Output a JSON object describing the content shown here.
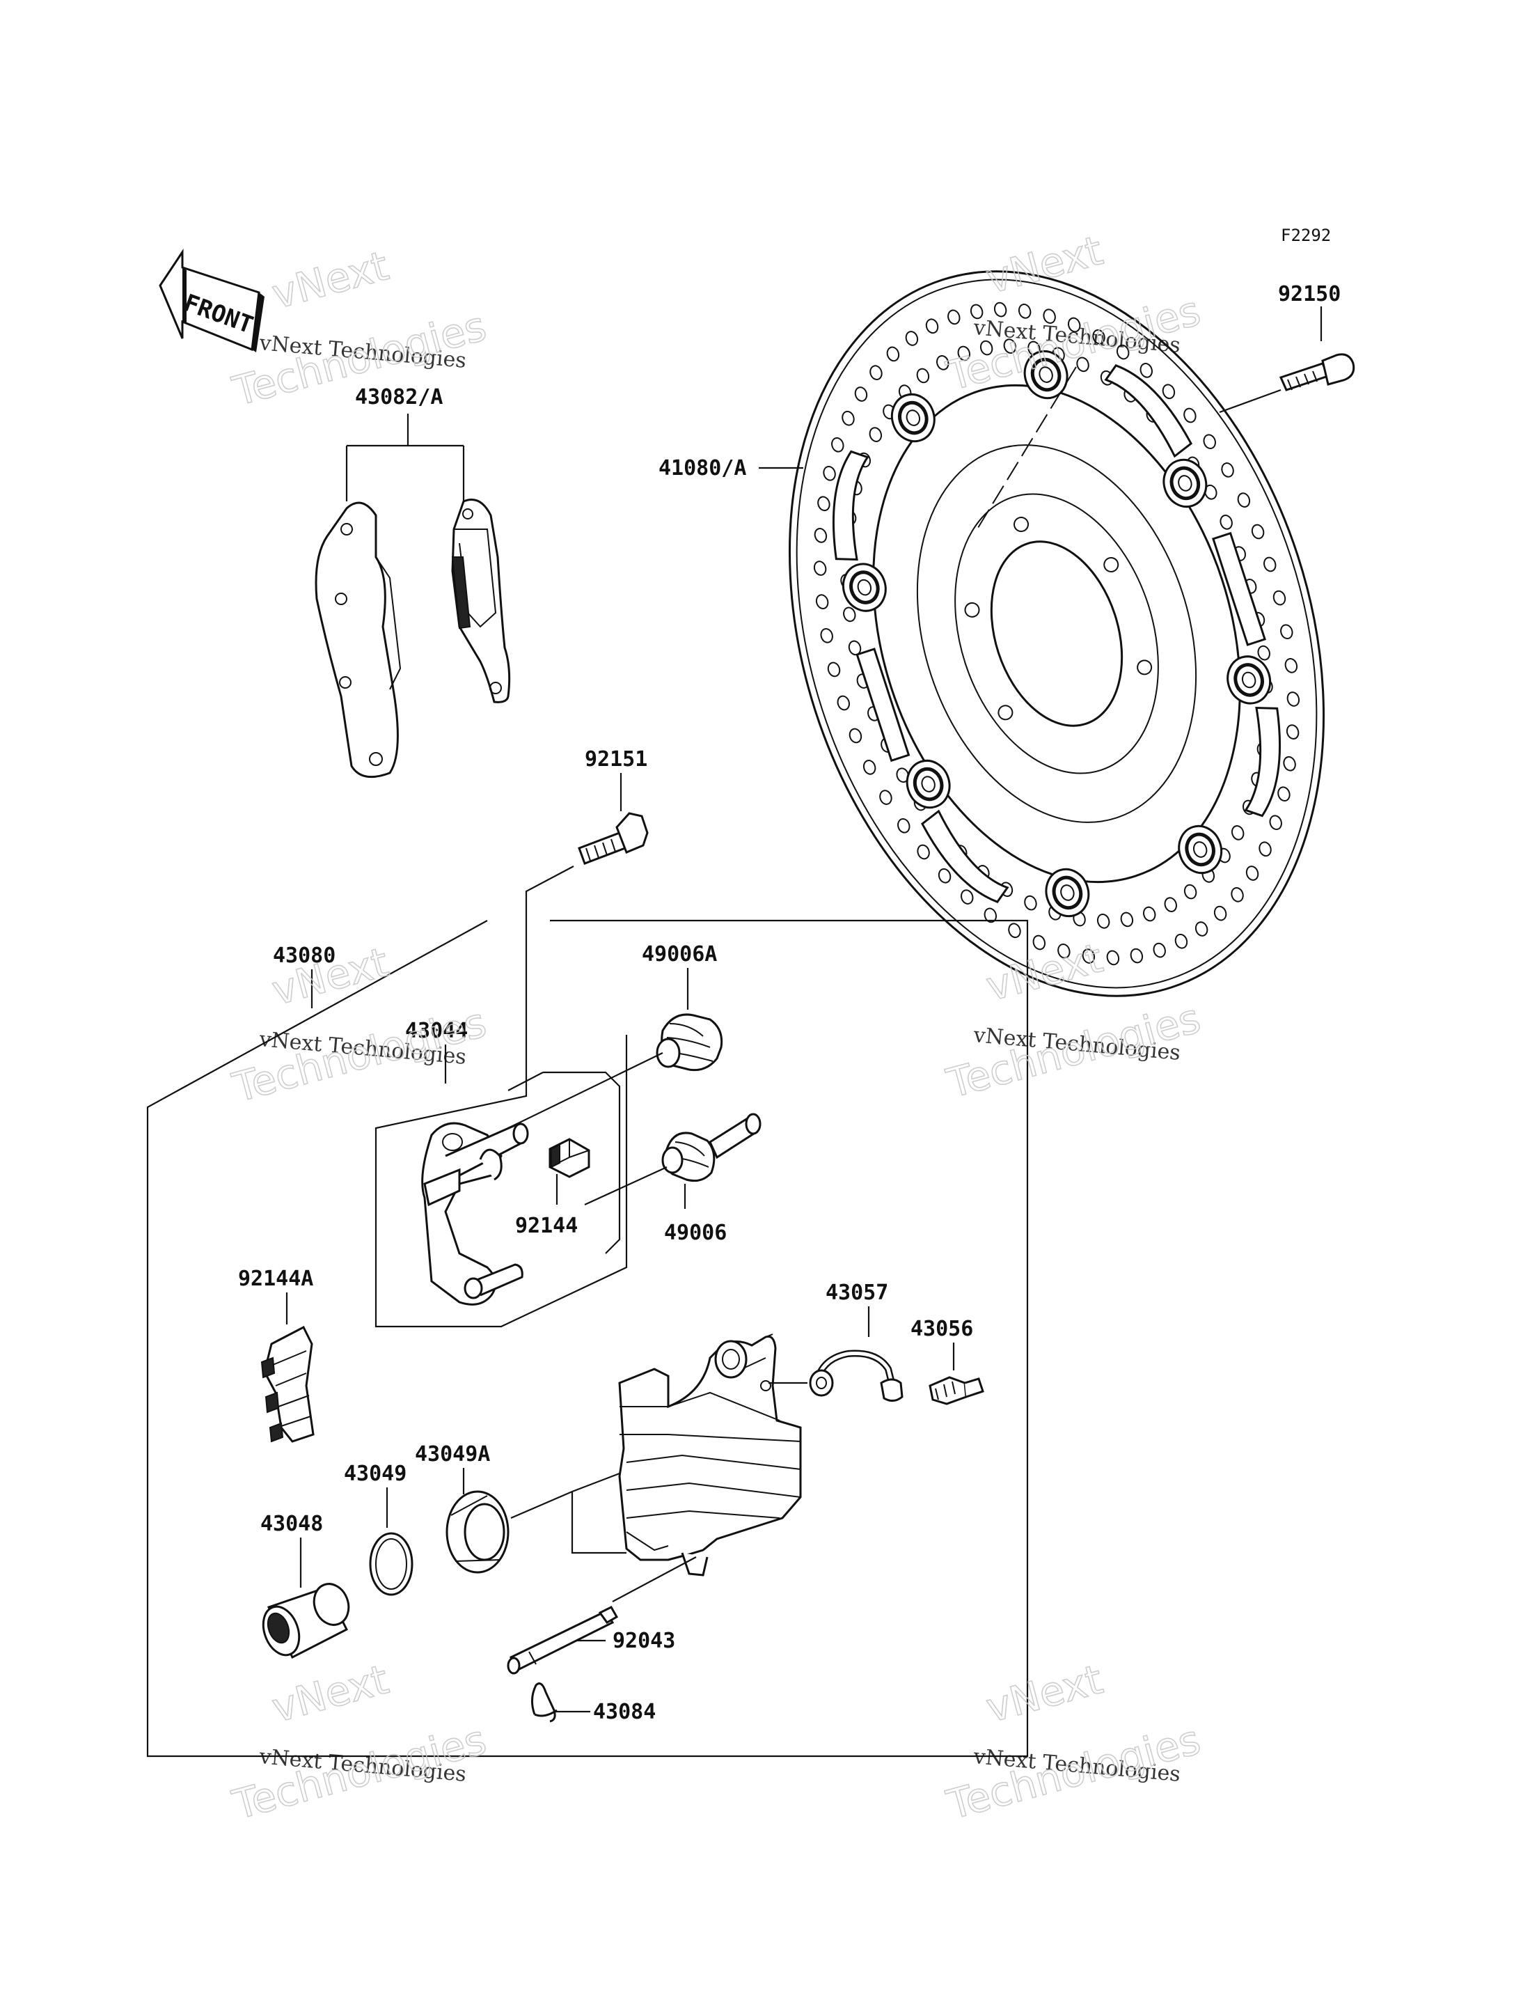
{
  "figure_code": "F2292",
  "front_label": "FRONT",
  "watermark": {
    "line1": "vNext Technologies",
    "line2": "vNext",
    "line3": "Technologies"
  },
  "parts": [
    {
      "id": "p92150",
      "label": "92150"
    },
    {
      "id": "p41080",
      "label": "41080/A"
    },
    {
      "id": "p43082",
      "label": "43082/A"
    },
    {
      "id": "p92151",
      "label": "92151"
    },
    {
      "id": "p43080",
      "label": "43080"
    },
    {
      "id": "p49006A",
      "label": "49006A"
    },
    {
      "id": "p43044",
      "label": "43044"
    },
    {
      "id": "p92144",
      "label": "92144"
    },
    {
      "id": "p49006",
      "label": "49006"
    },
    {
      "id": "p92144A",
      "label": "92144A"
    },
    {
      "id": "p43057",
      "label": "43057"
    },
    {
      "id": "p43056",
      "label": "43056"
    },
    {
      "id": "p43049A",
      "label": "43049A"
    },
    {
      "id": "p43049",
      "label": "43049"
    },
    {
      "id": "p43048",
      "label": "43048"
    },
    {
      "id": "p92043",
      "label": "92043"
    },
    {
      "id": "p43084",
      "label": "43084"
    }
  ]
}
